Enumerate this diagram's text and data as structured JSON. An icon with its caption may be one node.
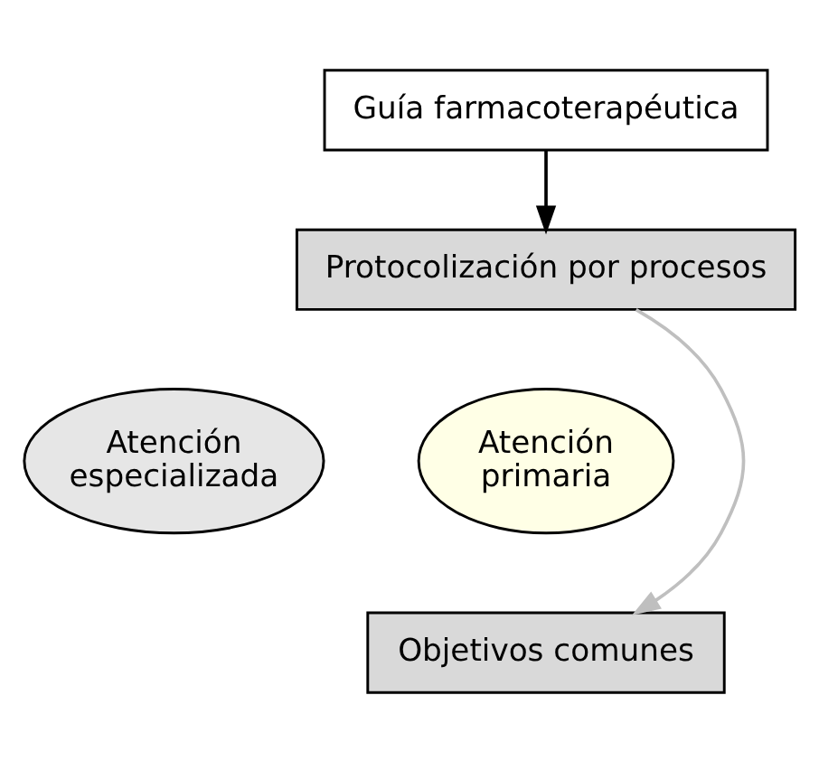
{
  "diagram": {
    "nodes": [
      {
        "text": [
          "Guía farmacoterapéutica"
        ]
      },
      {
        "text": [
          "Protocolización por procesos"
        ]
      },
      {
        "text": [
          "Atención especializada"
        ]
      },
      {
        "text": [
          "Atención primaria"
        ]
      },
      {
        "text": [
          "Objetivos comunes"
        ]
      }
    ],
    "edges": [
      {
        "from": 0,
        "to": 1,
        "arrow": "to"
      },
      {
        "from": 1,
        "to": 4,
        "arrow": "to",
        "color": "#bfbfbf"
      }
    ]
  }
}
